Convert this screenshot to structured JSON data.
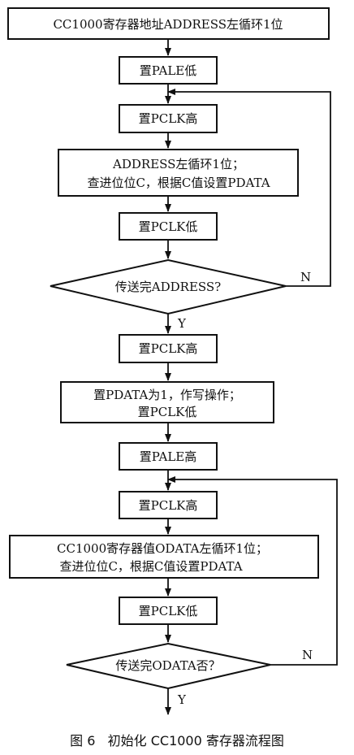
{
  "steps": {
    "s1": "CC1000寄存器地址ADDRESS左循环1位",
    "s2": "置PALE低",
    "s3": "置PCLK高",
    "s4_line1": "ADDRESS左循环1位；",
    "s4_line2": "查进位位C，根据C值设置PDATA",
    "s5": "置PCLK低",
    "d1": "传送完ADDRESS?",
    "s6": "置PCLK高",
    "s7_line1": "置PDATA为1，作写操作；",
    "s7_line2": "置PCLK低",
    "s8": "置PALE高",
    "s9": "置PCLK高",
    "s10_line1": "CC1000寄存器值ODATA左循环1位；",
    "s10_line2": "查进位位C，根据C值设置PDATA",
    "s11": "置PCLK低",
    "d2": "传送完ODATA否？"
  },
  "labels": {
    "n1": "N",
    "y1": "Y",
    "n2": "N",
    "y2": "Y"
  },
  "caption": "图 6   初始化 CC1000 寄存器流程图"
}
